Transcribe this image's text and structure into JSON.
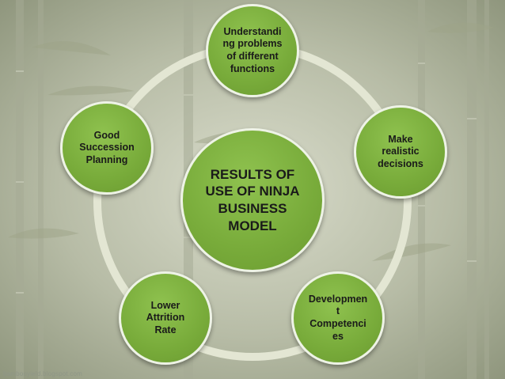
{
  "diagram": {
    "center": {
      "label": "RESULTS OF USE OF NINJA BUSINESS MODEL"
    },
    "nodes": [
      {
        "id": "understanding",
        "label": "Understandi ng problems of different functions"
      },
      {
        "id": "decisions",
        "label": "Make realistic decisions"
      },
      {
        "id": "competencies",
        "label": "Developmen t Competenci es"
      },
      {
        "id": "attrition",
        "label": "Lower Attrition Rate"
      },
      {
        "id": "succession",
        "label": "Good Succession Planning"
      }
    ]
  },
  "watermark": "bambooyield.blogspot.com",
  "colors": {
    "node_fill": "#78ab3a",
    "ring": "#e3e6d3",
    "node_border": "#eef3e6"
  }
}
